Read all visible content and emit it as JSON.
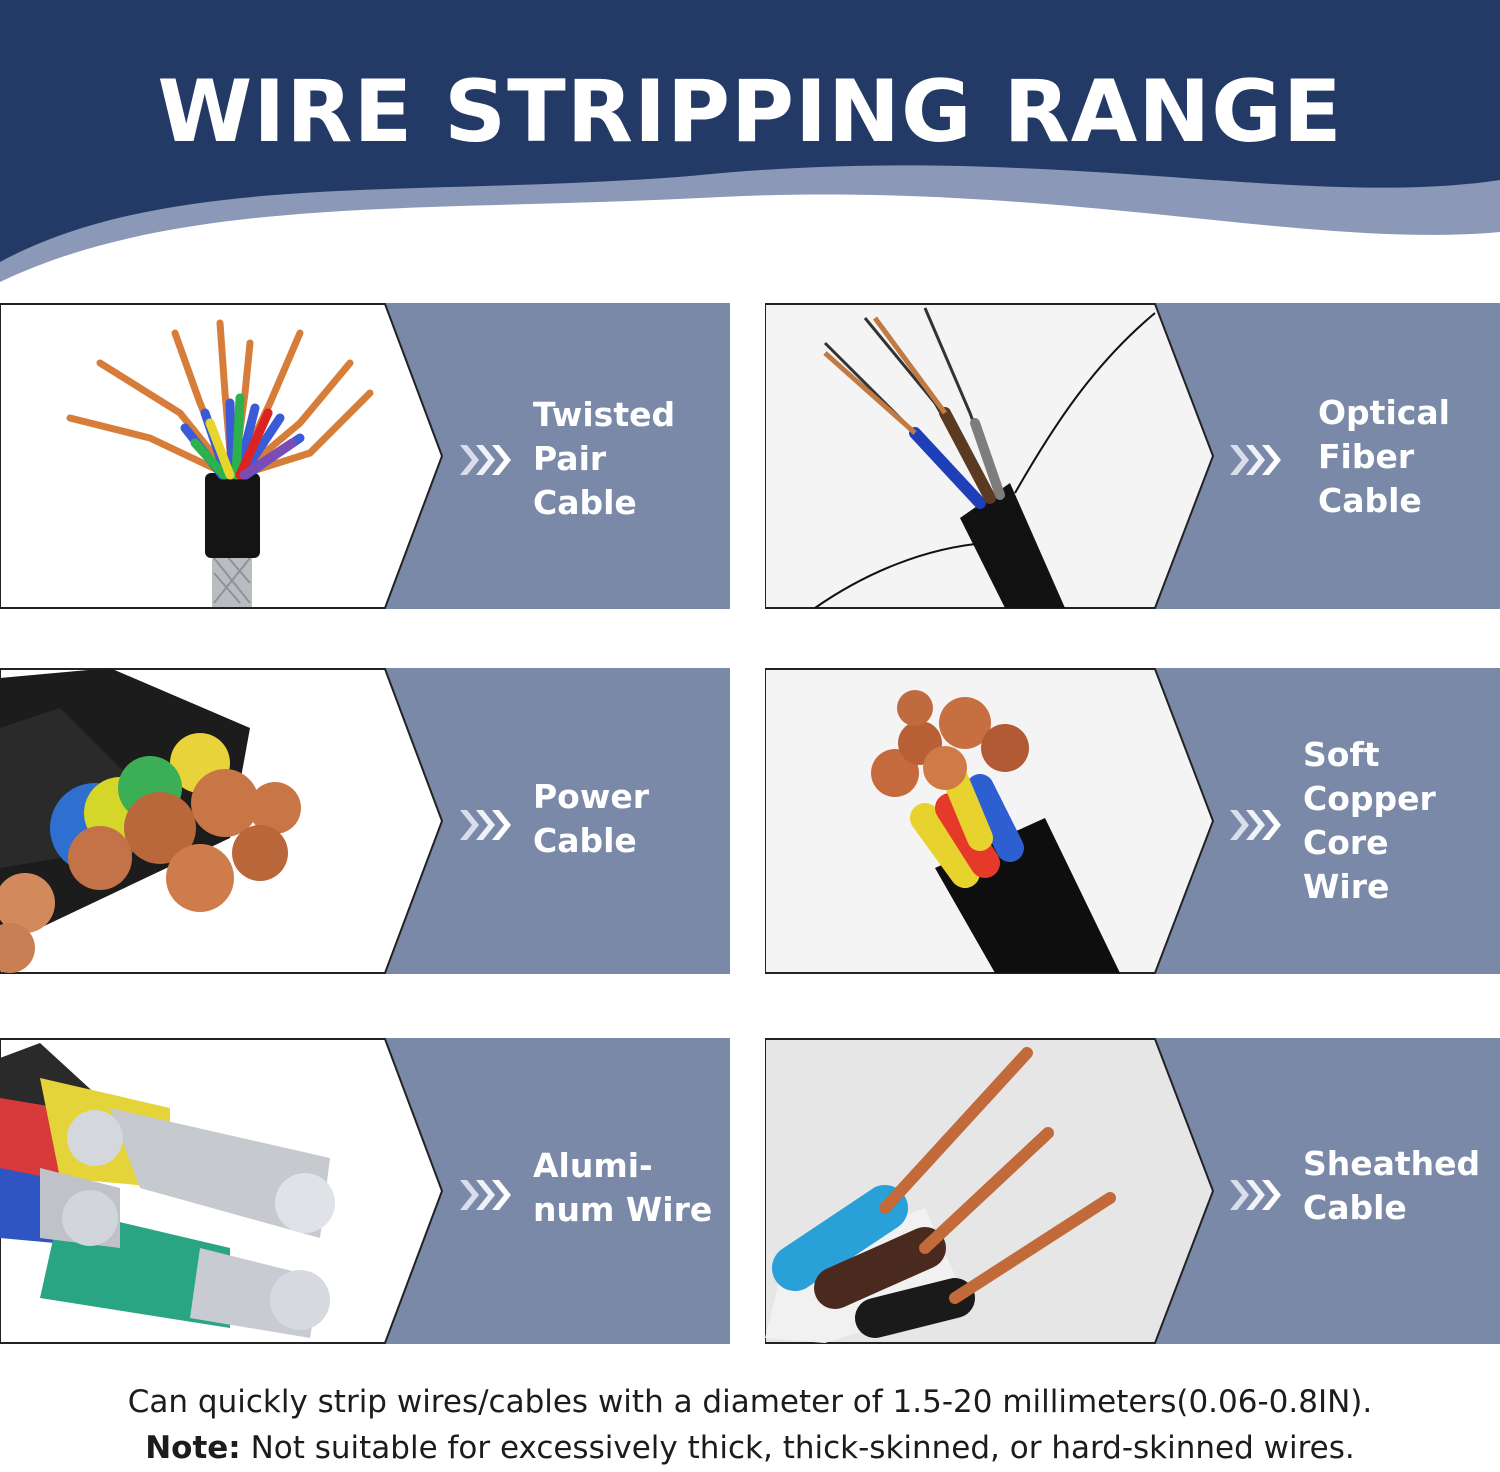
{
  "header": {
    "title": "WIRE STRIPPING RANGE"
  },
  "colors": {
    "navy": "#243a66",
    "panel": "#7a89a8",
    "wave": "#8b98b7"
  },
  "cards": [
    {
      "label": "Twisted\nPair\nCable",
      "picture": "twisted-pair-cable-photo"
    },
    {
      "label": "Optical\nFiber\nCable",
      "picture": "optical-fiber-cable-photo"
    },
    {
      "label": "Power\nCable",
      "picture": "power-cable-photo"
    },
    {
      "label": "Soft\nCopper\nCore\nWire",
      "picture": "soft-copper-core-wire-photo"
    },
    {
      "label": "Alumi-\nnum Wire",
      "picture": "aluminum-wire-photo"
    },
    {
      "label": "Sheathed\nCable",
      "picture": "sheathed-cable-photo"
    }
  ],
  "footer": {
    "line1": "Can quickly strip wires/cables with a diameter of 1.5-20 millimeters(0.06-0.8IN).",
    "note_label": "Note:",
    "note_text": "Not suitable for excessively thick, thick-skinned, or hard-skinned wires."
  }
}
